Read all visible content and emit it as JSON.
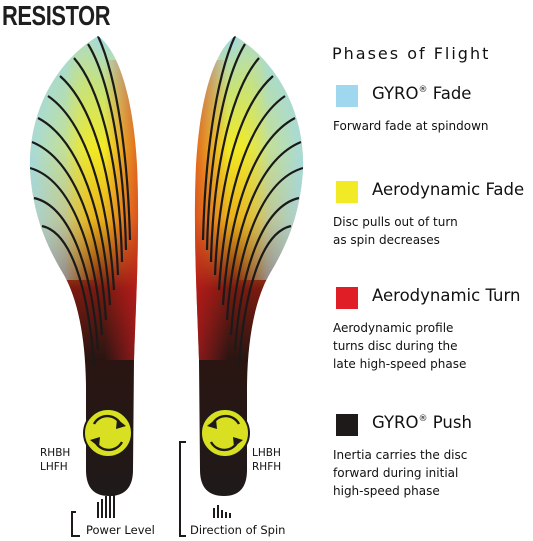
{
  "title": "RESISTOR",
  "legend": {
    "heading": "Phases of Flight",
    "items": [
      {
        "key": "gyro-fade",
        "name": "GYRO",
        "mark": "®",
        "suffix": " Fade",
        "color": "#9fd8ee",
        "desc": [
          "Forward fade at spindown"
        ]
      },
      {
        "key": "aero-fade",
        "name": "Aerodynamic Fade",
        "mark": "",
        "suffix": "",
        "color": "#f2ea24",
        "desc": [
          "Disc pulls out of turn",
          "as spin decreases"
        ]
      },
      {
        "key": "aero-turn",
        "name": "Aerodynamic Turn",
        "mark": "",
        "suffix": "",
        "color": "#e01e26",
        "desc": [
          "Aerodynamic profile",
          "turns disc during the",
          "late high-speed phase"
        ]
      },
      {
        "key": "gyro-push",
        "name": "GYRO",
        "mark": "®",
        "suffix": " Push",
        "color": "#1e1a1a",
        "desc": [
          "Inertia carries the disc",
          "forward during initial",
          "high-speed phase"
        ]
      }
    ]
  },
  "left_flight": {
    "label_top": "RHBH",
    "label_bottom": "LHFH"
  },
  "right_flight": {
    "label_top": "LHBH",
    "label_bottom": "RHFH"
  },
  "axis": {
    "power_level": "Power Level",
    "direction_of_spin": "Direction of Spin"
  },
  "colors": {
    "spin_disc": "#d9e021",
    "gyro": "#9fd8ee",
    "fade": "#f2ea24",
    "turn": "#e01e26",
    "push": "#1e1a1a"
  }
}
